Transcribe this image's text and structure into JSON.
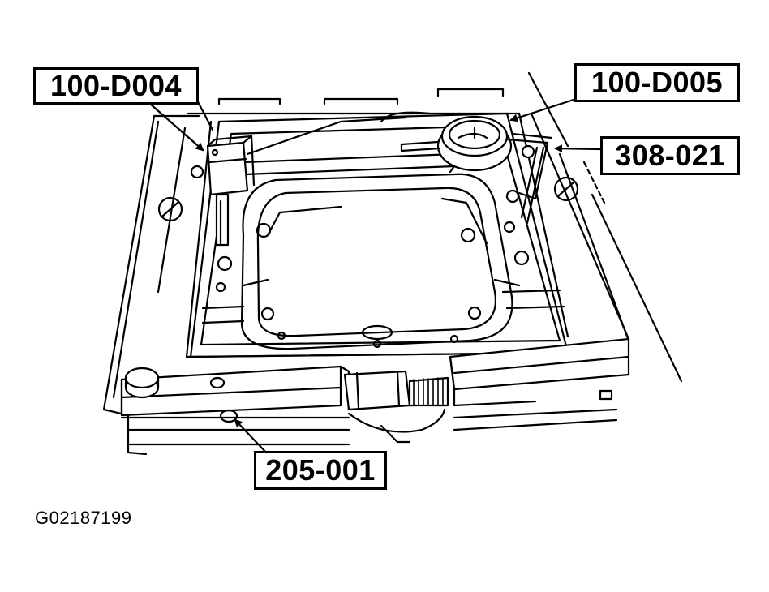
{
  "callouts": {
    "tool_100_d004": "100-D004",
    "tool_100_d005": "100-D005",
    "tool_308_021": "308-021",
    "tool_205_001": "205-001"
  },
  "figure_id": "G02187199"
}
